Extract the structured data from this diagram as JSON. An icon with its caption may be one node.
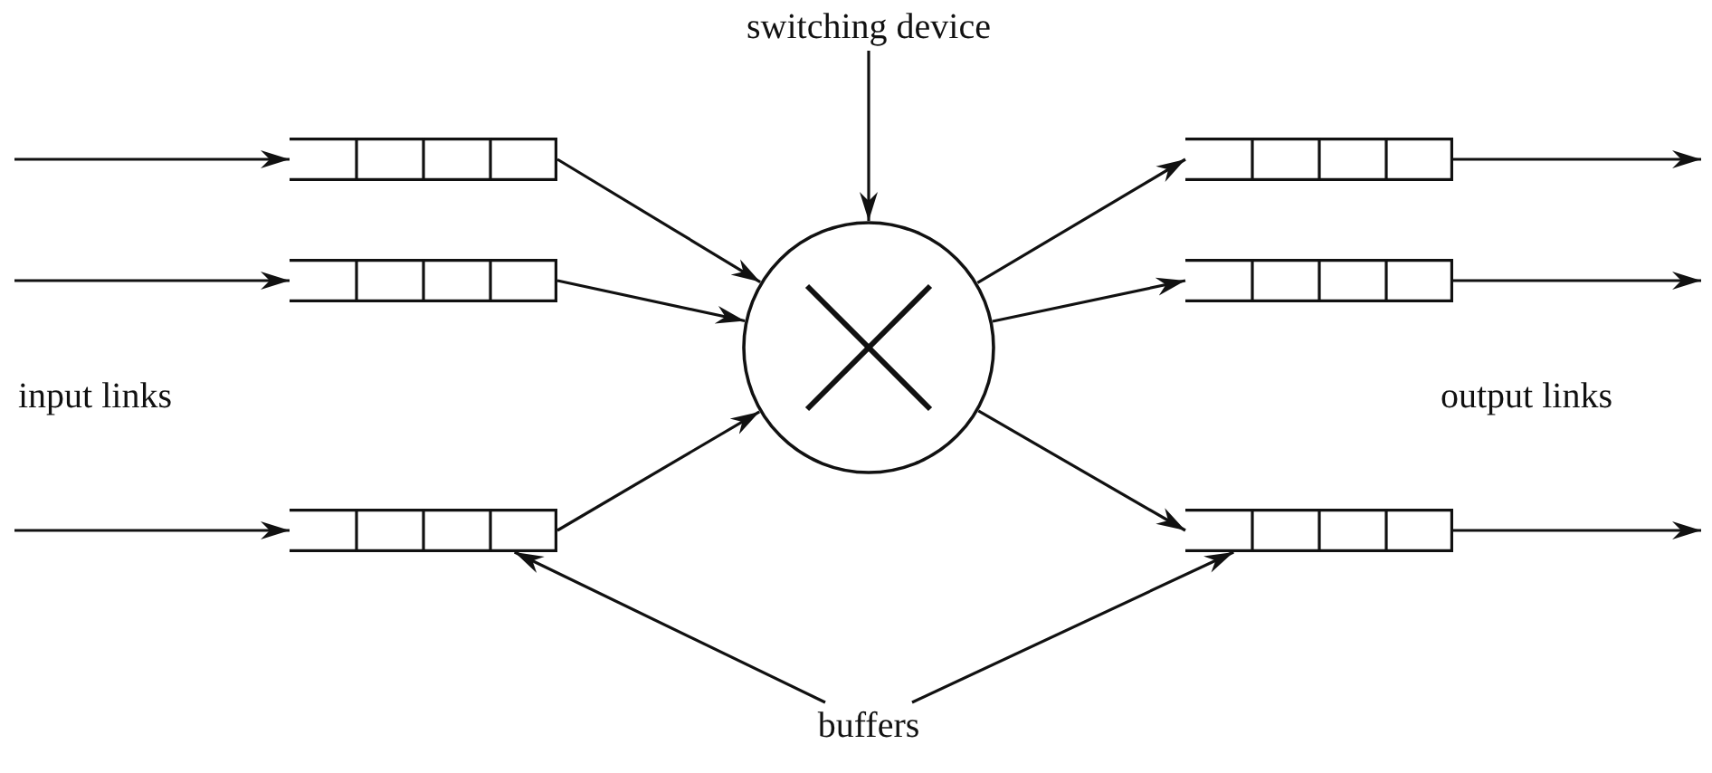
{
  "diagram": {
    "nodes": [
      {
        "text": [
          "switching device"
        ]
      },
      {
        "text": [],
        "shape": "box"
      },
      {
        "text": [],
        "shape": "box"
      },
      {
        "text": [],
        "shape": "box"
      },
      {
        "text": [],
        "shape": "circle"
      },
      {
        "text": [],
        "shape": "box"
      },
      {
        "text": [],
        "shape": "box"
      },
      {
        "text": [],
        "shape": "box"
      },
      {
        "text": [
          "buffers"
        ]
      }
    ],
    "edges": [
      {
        "from": null,
        "to": 1,
        "arrow": "to"
      },
      {
        "from": null,
        "to": 2,
        "arrow": "to"
      },
      {
        "from": null,
        "to": 3,
        "arrow": "to"
      },
      {
        "from": 1,
        "to": 4,
        "arrow": "to"
      },
      {
        "from": 2,
        "to": 4,
        "arrow": "to"
      },
      {
        "from": 3,
        "to": 4,
        "arrow": "to"
      },
      {
        "from": 4,
        "to": 5,
        "arrow": "to"
      },
      {
        "from": 4,
        "to": 6,
        "arrow": "to"
      },
      {
        "from": 4,
        "to": 7,
        "arrow": "to"
      },
      {
        "from": 5,
        "to": null,
        "arrow": "to"
      },
      {
        "from": 6,
        "to": null,
        "arrow": "to"
      },
      {
        "from": 7,
        "to": null,
        "arrow": "to"
      },
      {
        "from": 0,
        "to": 4,
        "arrow": "to"
      },
      {
        "from": 8,
        "to": 3,
        "arrow": "to"
      },
      {
        "from": 8,
        "to": 7,
        "arrow": "to"
      }
    ],
    "labels": [
      "input links",
      "output links"
    ]
  }
}
